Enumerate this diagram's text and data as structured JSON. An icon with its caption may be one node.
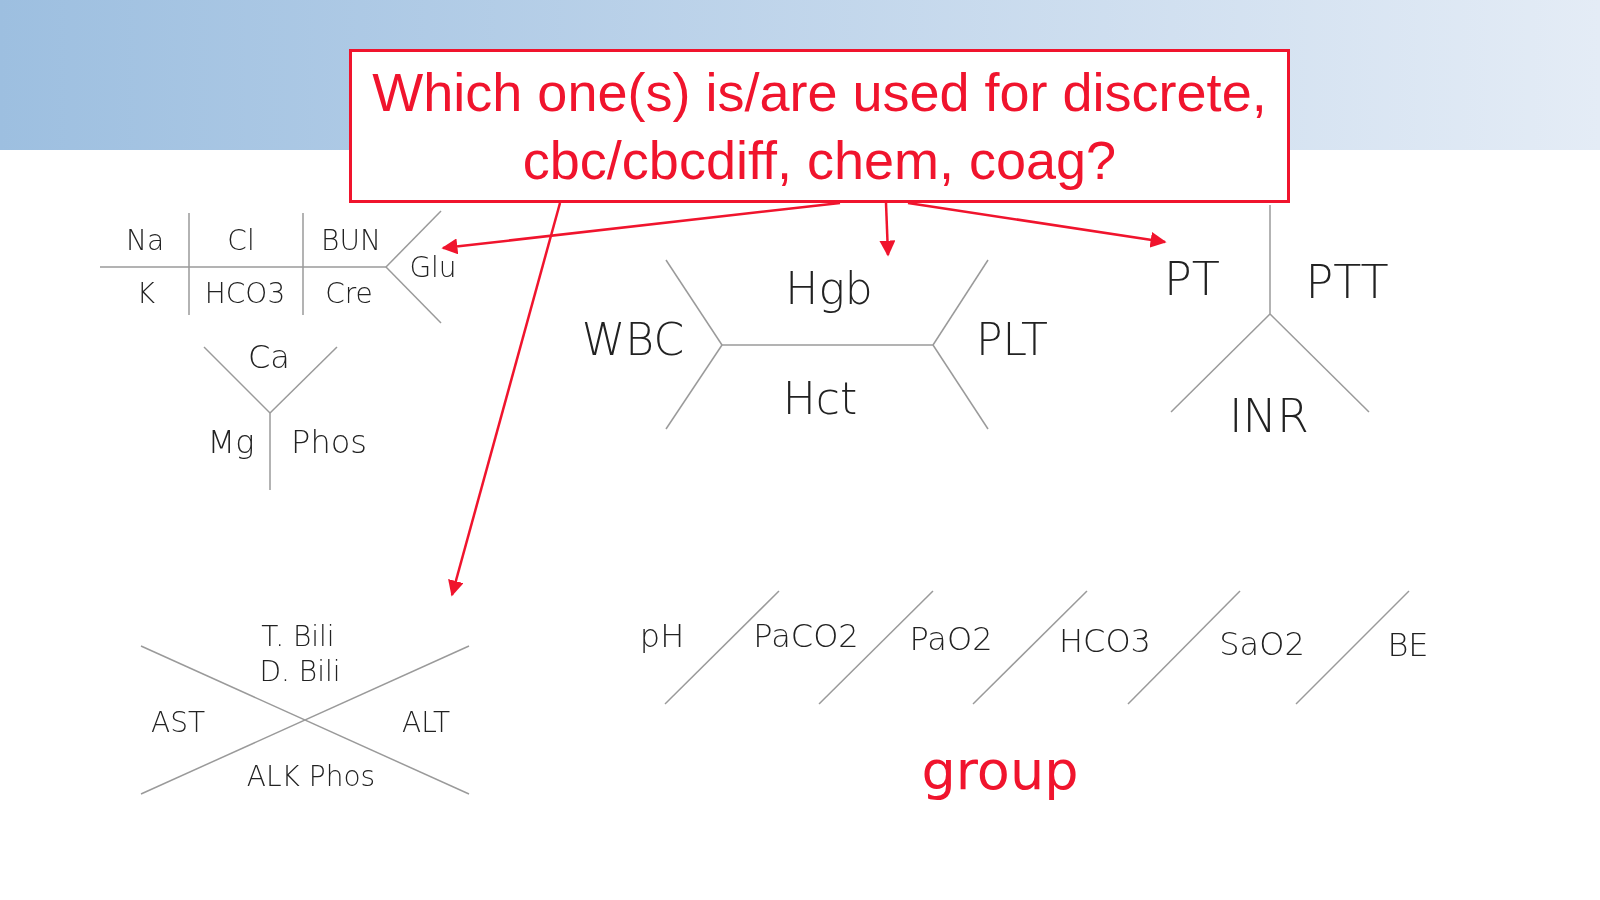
{
  "diagram": {
    "nodes": [
      {
        "text": [
          "Which one(s) is/are used for discrete, cbc/cbcdiff, chem, coag?"
        ]
      },
      {
        "text": [
          "Na",
          "Cl",
          "BUN",
          "K",
          "HCO3",
          "Cre",
          "Glu"
        ]
      },
      {
        "text": [
          "Ca",
          "Mg",
          "Phos"
        ]
      },
      {
        "text": [
          "WBC",
          "Hgb",
          "Hct",
          "PLT"
        ]
      },
      {
        "text": [
          "PT",
          "PTT",
          "INR"
        ]
      },
      {
        "text": [
          "T. Bili",
          "D. Bili",
          "AST",
          "ALT",
          "ALK Phos"
        ]
      },
      {
        "text": [
          "pH",
          "PaCO2",
          "PaO2",
          "HCO3",
          "SaO2",
          "BE"
        ]
      }
    ],
    "edges": [
      {
        "from": 0,
        "to": 1,
        "arrow": "to"
      },
      {
        "from": 0,
        "to": 3,
        "arrow": "to"
      },
      {
        "from": 0,
        "to": 4,
        "arrow": "to"
      },
      {
        "from": 0,
        "to": 5,
        "arrow": "to"
      }
    ],
    "labels": [
      "group"
    ]
  }
}
